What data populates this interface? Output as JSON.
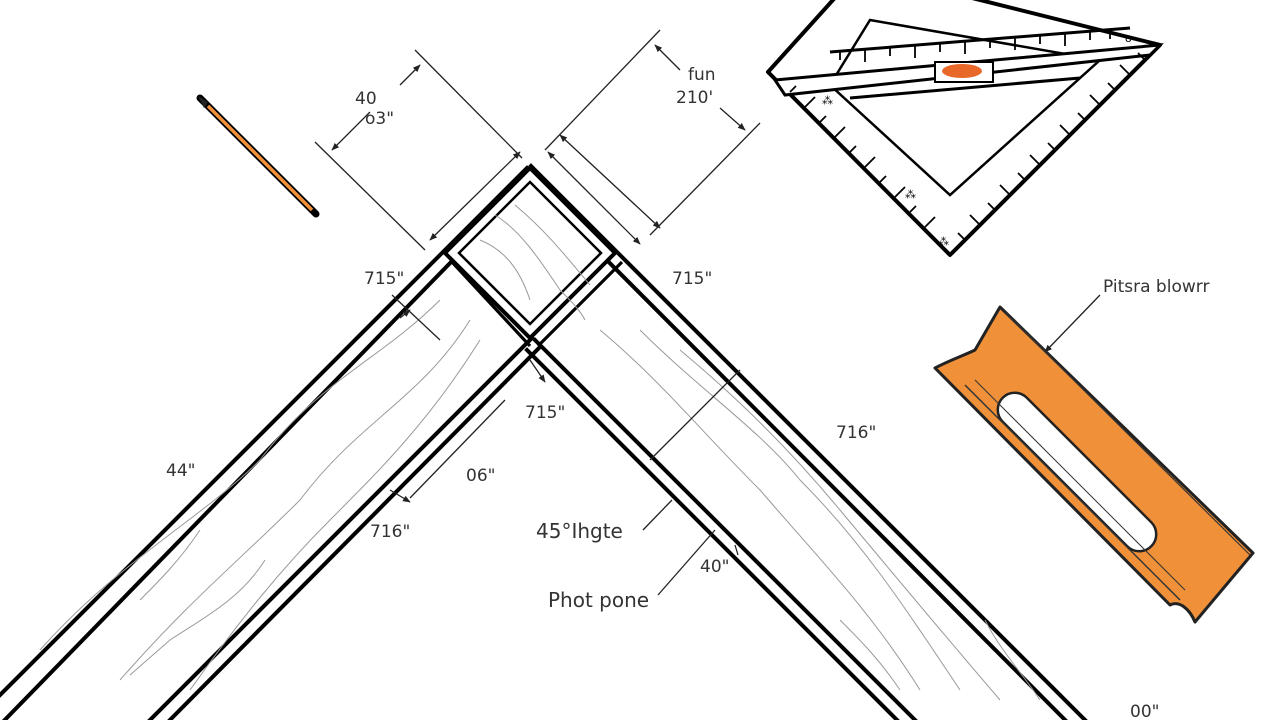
{
  "diagram": {
    "subject": "45° miter joint of two wooden beams with measuring tools",
    "colors": {
      "background": "#ffffff",
      "line": "#000000",
      "grain": "#9a9a9a",
      "accent_orange": "#f0913a",
      "bubble_orange": "#e8682a",
      "label_text": "#333333"
    },
    "dimension_labels": {
      "top_left_a": "40",
      "top_left_b": "o3\"",
      "top_right_a": "fun",
      "top_right_b": "210'",
      "joint_left": "715\"",
      "joint_right": "715\"",
      "inner_corner": "715\"",
      "right_beam_mid": "716\"",
      "left_beam_outer": "44\"",
      "left_beam_inner": "06\"",
      "left_beam_lower": "716\"",
      "right_beam_lower": "40\"",
      "bottom_right": "00\""
    },
    "callouts": {
      "miter_angle": "45°Ihgte",
      "pivot_point": "Phot pone",
      "tool_label": "Pitsra blowrr"
    },
    "tools": [
      {
        "name": "pencil",
        "color": "#f0913a"
      },
      {
        "name": "speed-square",
        "bubble_color": "#e8682a"
      },
      {
        "name": "slotted-guide",
        "color": "#f0913a"
      }
    ]
  }
}
